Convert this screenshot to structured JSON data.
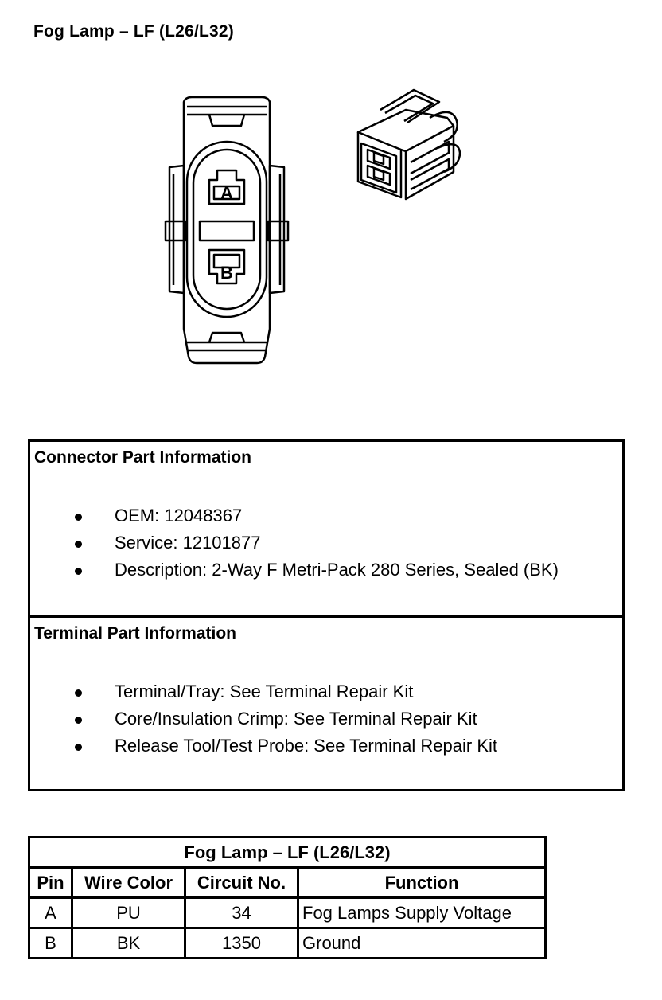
{
  "page_title": "Fog Lamp – LF (L26/L32)",
  "connector_diagram": {
    "pin_labels": [
      "A",
      "B"
    ]
  },
  "connector_info": {
    "title": "Connector Part Information",
    "items": [
      "OEM: 12048367",
      "Service: 12101877",
      "Description: 2-Way F Metri-Pack 280 Series, Sealed (BK)"
    ]
  },
  "terminal_info": {
    "title": "Terminal Part Information",
    "items": [
      "Terminal/Tray: See Terminal Repair Kit",
      "Core/Insulation Crimp: See Terminal Repair Kit",
      "Release Tool/Test Probe: See Terminal Repair Kit"
    ]
  },
  "pin_table": {
    "title": "Fog Lamp – LF (L26/L32)",
    "headers": [
      "Pin",
      "Wire Color",
      "Circuit No.",
      "Function"
    ],
    "rows": [
      [
        "A",
        "PU",
        "34",
        "Fog Lamps Supply Voltage"
      ],
      [
        "B",
        "BK",
        "1350",
        "Ground"
      ]
    ]
  }
}
